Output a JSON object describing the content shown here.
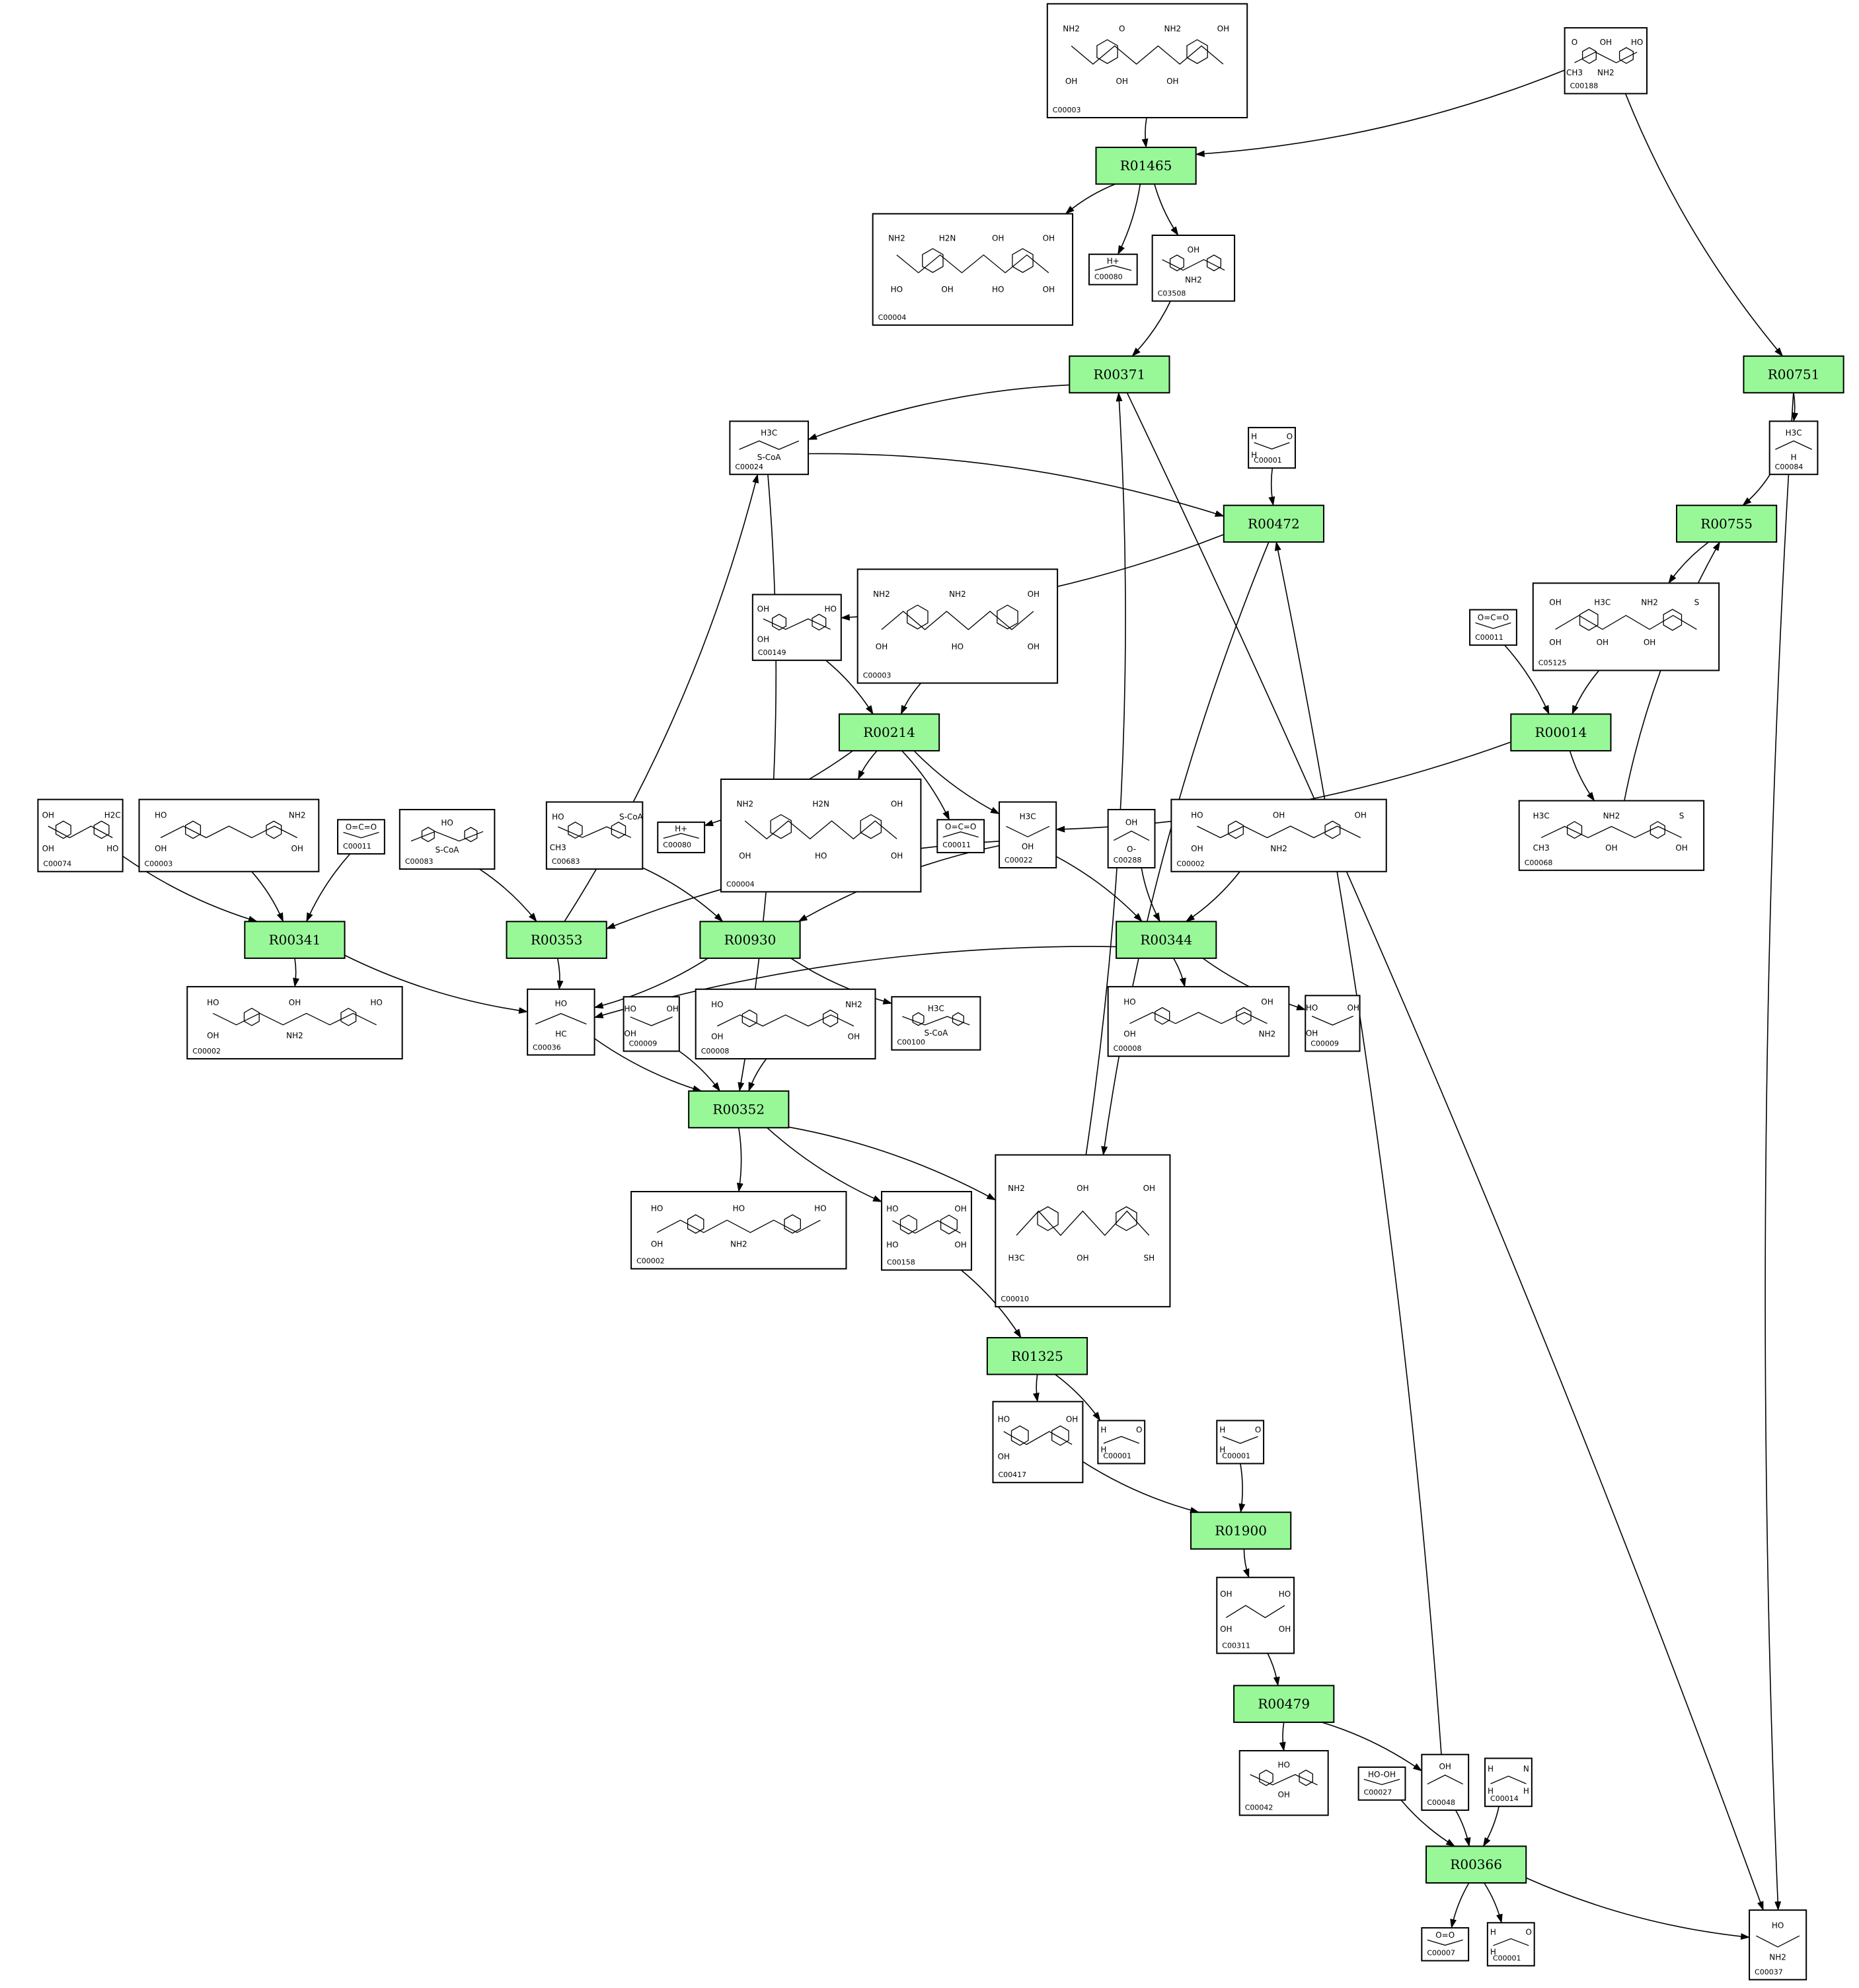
{
  "colors": {
    "reaction_fill": "#98f898",
    "compound_fill": "#ffffff",
    "stroke": "#000000"
  },
  "reactions": [
    {
      "id": "R01465"
    },
    {
      "id": "R00751"
    },
    {
      "id": "R00371"
    },
    {
      "id": "R00472"
    },
    {
      "id": "R00755"
    },
    {
      "id": "R00214"
    },
    {
      "id": "R00014"
    },
    {
      "id": "R00341"
    },
    {
      "id": "R00353"
    },
    {
      "id": "R00930"
    },
    {
      "id": "R00344"
    },
    {
      "id": "R00352"
    },
    {
      "id": "R01325"
    },
    {
      "id": "R01900"
    },
    {
      "id": "R00479"
    },
    {
      "id": "R00366"
    }
  ],
  "compounds": [
    {
      "id": "C00003",
      "labels": [
        "NH2",
        "O",
        "NH2",
        "OH",
        "OH",
        "OH",
        "OH"
      ]
    },
    {
      "id": "C00188",
      "labels": [
        "O",
        "OH",
        "HO",
        "CH3",
        "NH2"
      ]
    },
    {
      "id": "C00004",
      "labels": [
        "NH2",
        "H2N",
        "OH",
        "OH",
        "HO",
        "OH",
        "HO",
        "OH"
      ]
    },
    {
      "id": "C00080",
      "labels": [
        "H+"
      ]
    },
    {
      "id": "C03508",
      "labels": [
        "OH",
        "NH2"
      ]
    },
    {
      "id": "C00024",
      "labels": [
        "H3C",
        "S-CoA"
      ]
    },
    {
      "id": "C00001",
      "labels": [
        "H",
        "O",
        "H"
      ]
    },
    {
      "id": "C00084",
      "labels": [
        "H3C",
        "H"
      ]
    },
    {
      "id": "C00149",
      "labels": [
        "OH",
        "HO",
        "OH"
      ]
    },
    {
      "id": "C00003",
      "labels": [
        "NH2",
        "NH2",
        "OH",
        "OH",
        "HO",
        "OH"
      ]
    },
    {
      "id": "C00011",
      "labels": [
        "O=C=O"
      ]
    },
    {
      "id": "C05125",
      "labels": [
        "OH",
        "H3C",
        "NH2",
        "S",
        "OH",
        "OH",
        "OH"
      ]
    },
    {
      "id": "C00074",
      "labels": [
        "OH",
        "H2C",
        "OH",
        "HO"
      ]
    },
    {
      "id": "C00003",
      "labels": [
        "HO",
        "NH2",
        "OH",
        "OH"
      ]
    },
    {
      "id": "C00011",
      "labels": [
        "O=C=O"
      ]
    },
    {
      "id": "C00083",
      "labels": [
        "HO",
        "S-CoA"
      ]
    },
    {
      "id": "C00683",
      "labels": [
        "HO",
        "S-CoA",
        "CH3"
      ]
    },
    {
      "id": "C00080",
      "labels": [
        "H+"
      ]
    },
    {
      "id": "C00004",
      "labels": [
        "NH2",
        "H2N",
        "OH",
        "OH",
        "HO",
        "OH"
      ]
    },
    {
      "id": "C00011",
      "labels": [
        "O=C=O"
      ]
    },
    {
      "id": "C00022",
      "labels": [
        "H3C",
        "OH"
      ]
    },
    {
      "id": "C00288",
      "labels": [
        "OH",
        "O-"
      ]
    },
    {
      "id": "C00002",
      "labels": [
        "HO",
        "OH",
        "OH",
        "OH",
        "NH2"
      ]
    },
    {
      "id": "C00068",
      "labels": [
        "H3C",
        "NH2",
        "S",
        "CH3",
        "OH",
        "OH"
      ]
    },
    {
      "id": "C00002",
      "labels": [
        "HO",
        "OH",
        "HO",
        "OH",
        "NH2"
      ]
    },
    {
      "id": "C00036",
      "labels": [
        "HO",
        "HC"
      ]
    },
    {
      "id": "C00009",
      "labels": [
        "HO",
        "OH",
        "OH"
      ]
    },
    {
      "id": "C00008",
      "labels": [
        "HO",
        "NH2",
        "OH",
        "OH"
      ]
    },
    {
      "id": "C00100",
      "labels": [
        "H3C",
        "S-CoA"
      ]
    },
    {
      "id": "C00008",
      "labels": [
        "HO",
        "OH",
        "OH",
        "NH2"
      ]
    },
    {
      "id": "C00009",
      "labels": [
        "HO",
        "OH",
        "OH"
      ]
    },
    {
      "id": "C00002",
      "labels": [
        "HO",
        "HO",
        "HO",
        "OH",
        "NH2"
      ]
    },
    {
      "id": "C00158",
      "labels": [
        "HO",
        "OH",
        "HO",
        "OH"
      ]
    },
    {
      "id": "C00010",
      "labels": [
        "NH2",
        "OH",
        "OH",
        "H3C",
        "OH",
        "SH"
      ]
    },
    {
      "id": "C00417",
      "labels": [
        "HO",
        "OH",
        "OH"
      ]
    },
    {
      "id": "C00001",
      "labels": [
        "H",
        "O",
        "H"
      ]
    },
    {
      "id": "C00001",
      "labels": [
        "H",
        "O",
        "H"
      ]
    },
    {
      "id": "C00311",
      "labels": [
        "OH",
        "HO",
        "OH",
        "OH"
      ]
    },
    {
      "id": "C00042",
      "labels": [
        "HO",
        "OH"
      ]
    },
    {
      "id": "C00048",
      "labels": [
        "OH"
      ]
    },
    {
      "id": "C00027",
      "labels": [
        "HO-OH"
      ]
    },
    {
      "id": "C00014",
      "labels": [
        "H",
        "N",
        "H",
        "H"
      ]
    },
    {
      "id": "C00007",
      "labels": [
        "O=O"
      ]
    },
    {
      "id": "C00001",
      "labels": [
        "H",
        "O",
        "H"
      ]
    },
    {
      "id": "C00037",
      "labels": [
        "HO",
        "NH2"
      ]
    }
  ]
}
